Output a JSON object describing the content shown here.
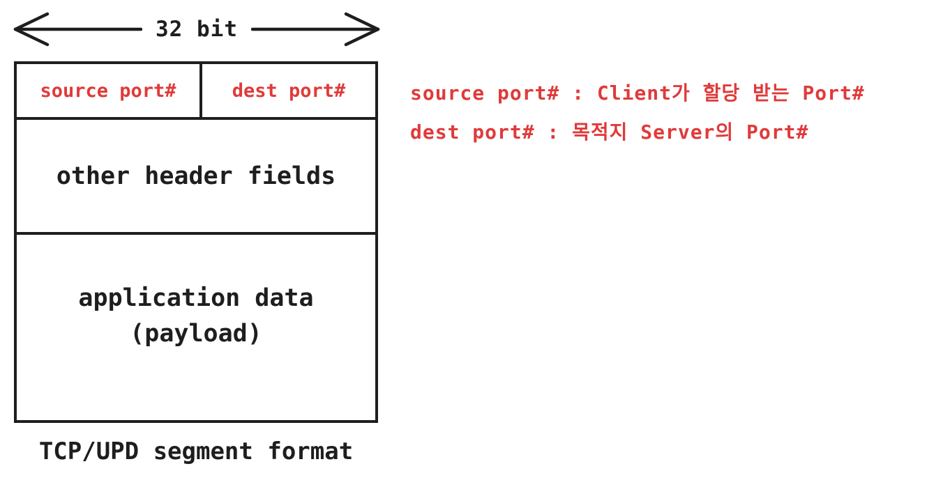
{
  "diagram": {
    "width_label": "32 bit",
    "segment_box": {
      "source_port": "source port#",
      "dest_port": "dest port#",
      "other_header_fields": "other header fields",
      "application_data_line1": "application data",
      "application_data_line2": "(payload)"
    },
    "caption": "TCP/UPD segment format",
    "annotations": [
      "source port# : Client가 할당 받는 Port#",
      "dest port# : 목적지 Server의 Port#"
    ],
    "colors": {
      "ink": "#1e1e1e",
      "accent_red": "#e03a3a",
      "background": "#ffffff"
    }
  }
}
